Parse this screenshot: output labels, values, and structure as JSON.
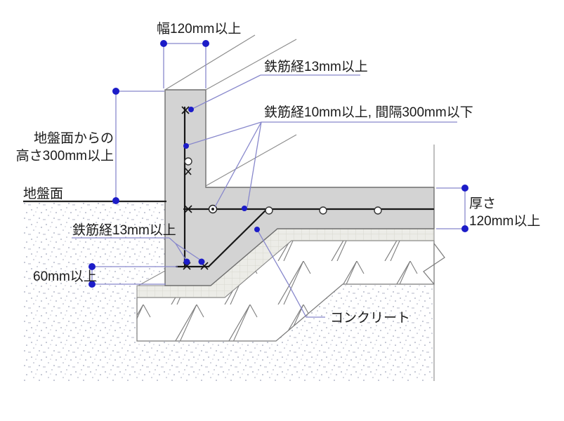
{
  "diagram": {
    "type": "foundation-cross-section",
    "description": "reinforced concrete slab foundation detail"
  },
  "labels": {
    "width_top": "幅120mm以上",
    "rebar13_top": "鉄筋経13mm以上",
    "rebar10_spacing": "鉄筋経10mm以上, 間隔300mm以下",
    "height_line1": "地盤面からの",
    "height_line2": "高さ300mm以上",
    "ground_surface": "地盤面",
    "rebar13_bottom": "鉄筋経13mm以上",
    "cover60": "60mm以上",
    "thickness_line1": "厚さ",
    "thickness_line2": "120mm以上",
    "concrete": "コンクリート"
  },
  "colors": {
    "concrete_fill": "#d3d3d3",
    "leveling_layer_fill": "#ecece7",
    "outline_gray": "#6e6e6e",
    "perspective_gray": "#8a8a8a",
    "rebar_black": "#161616",
    "dimension_dot_blue": "#1c1cc8",
    "leader_line_blue": "#8888cc",
    "soil_dot": "#9fa3b8",
    "text_color": "#1b1b1b"
  }
}
